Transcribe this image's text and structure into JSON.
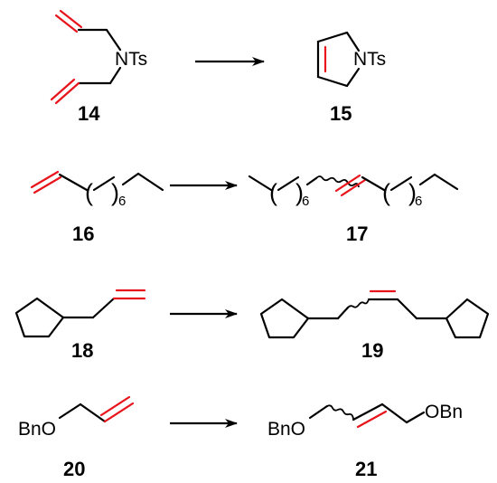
{
  "compounds": [
    {
      "id": "14",
      "heteroatom": "NTs"
    },
    {
      "id": "15",
      "heteroatom": "NTs"
    },
    {
      "id": "16",
      "repeat": "6"
    },
    {
      "id": "17",
      "repeat_left": "6",
      "repeat_right": "6"
    },
    {
      "id": "18"
    },
    {
      "id": "19"
    },
    {
      "id": "20",
      "group": "BnO"
    },
    {
      "id": "21",
      "group_left": "BnO",
      "group_right": "OBn"
    }
  ],
  "colors": {
    "highlight": "#e8141b",
    "ink": "#000000"
  }
}
